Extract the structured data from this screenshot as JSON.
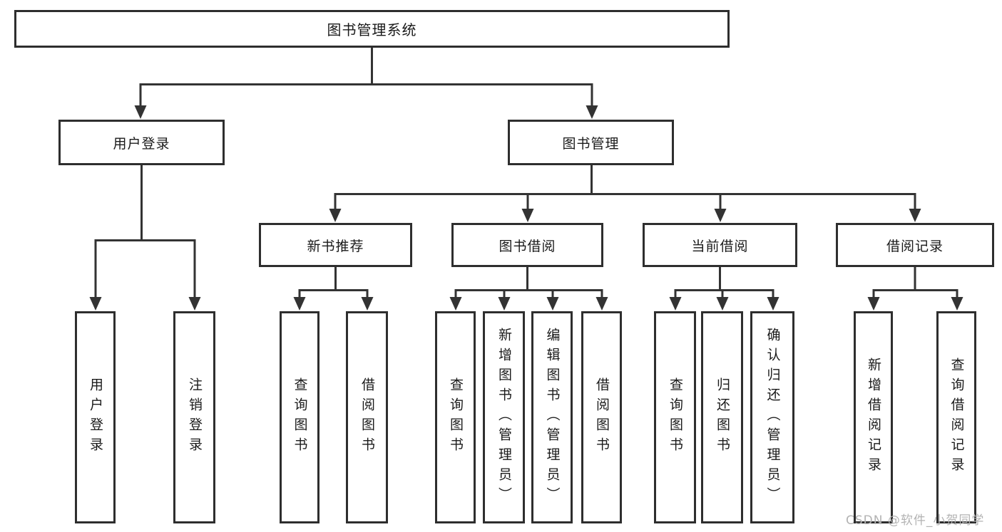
{
  "diagram": {
    "root": {
      "label": "图书管理系统"
    },
    "user_login": {
      "label": "用户登录",
      "children": [
        {
          "label": "用户登录"
        },
        {
          "label": "注销登录"
        }
      ]
    },
    "book_mgmt": {
      "label": "图书管理",
      "sections": [
        {
          "label": "新书推荐",
          "children": [
            {
              "label": "查询图书"
            },
            {
              "label": "借阅图书"
            }
          ]
        },
        {
          "label": "图书借阅",
          "children": [
            {
              "label": "查询图书"
            },
            {
              "label": "新增图书（管理员）"
            },
            {
              "label": "编辑图书（管理员）"
            },
            {
              "label": "借阅图书"
            }
          ]
        },
        {
          "label": "当前借阅",
          "children": [
            {
              "label": "查询图书"
            },
            {
              "label": "归还图书"
            },
            {
              "label": "确认归还（管理员）"
            }
          ]
        },
        {
          "label": "借阅记录",
          "children": [
            {
              "label": "新增借阅记录"
            },
            {
              "label": "查询借阅记录"
            }
          ]
        }
      ]
    }
  },
  "watermark": "CSDN @软件_小贺同学",
  "colors": {
    "line": "#333333",
    "border": "#2e2e2e",
    "text": "#1a1a1a",
    "watermark": "#b3b3b3",
    "background": "#ffffff"
  }
}
